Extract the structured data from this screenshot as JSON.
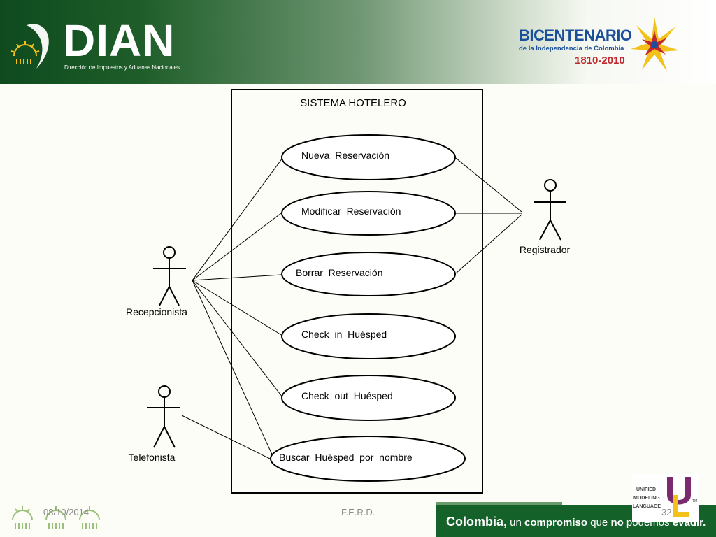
{
  "header": {
    "logo_text": "DIAN",
    "logo_subtitle": "Dirección de Impuestos y Aduanas Nacionales",
    "bicentenario_title": "BICENTENARIO",
    "bicentenario_subtitle": "de la Independencia de Colombia",
    "bicentenario_years": "1810-2010"
  },
  "diagram": {
    "system_title": "SISTEMA  HOTELERO",
    "use_cases": [
      "Nueva  Reservación",
      "Modificar  Reservación",
      "Borrar  Reservación",
      "Check  in  Huésped",
      "Check  out  Huésped",
      "Buscar  Huésped  por  nombre"
    ],
    "actors": [
      "Recepcionista",
      "Telefonista",
      "Registrador"
    ]
  },
  "footer": {
    "date": "08/10/2014",
    "author": "F.E.R.D.",
    "page_number": "32",
    "slogan_lead": "Colombia,",
    "slogan_1": " un ",
    "slogan_2": "compromiso",
    "slogan_3": " que ",
    "slogan_4": "no",
    "slogan_5": " podemos ",
    "slogan_6": "evadir.",
    "uml_line1": "UNIFIED",
    "uml_line2": "MODELING",
    "uml_line3": "LANGUAGE",
    "uml_tm": "TM"
  },
  "colors": {
    "dian_green": "#0e4a1e",
    "banner_green": "#14612a",
    "bicentenario_blue": "#1a4f9a",
    "bicentenario_red": "#c0282d",
    "uml_purple": "#7a2a6e"
  }
}
